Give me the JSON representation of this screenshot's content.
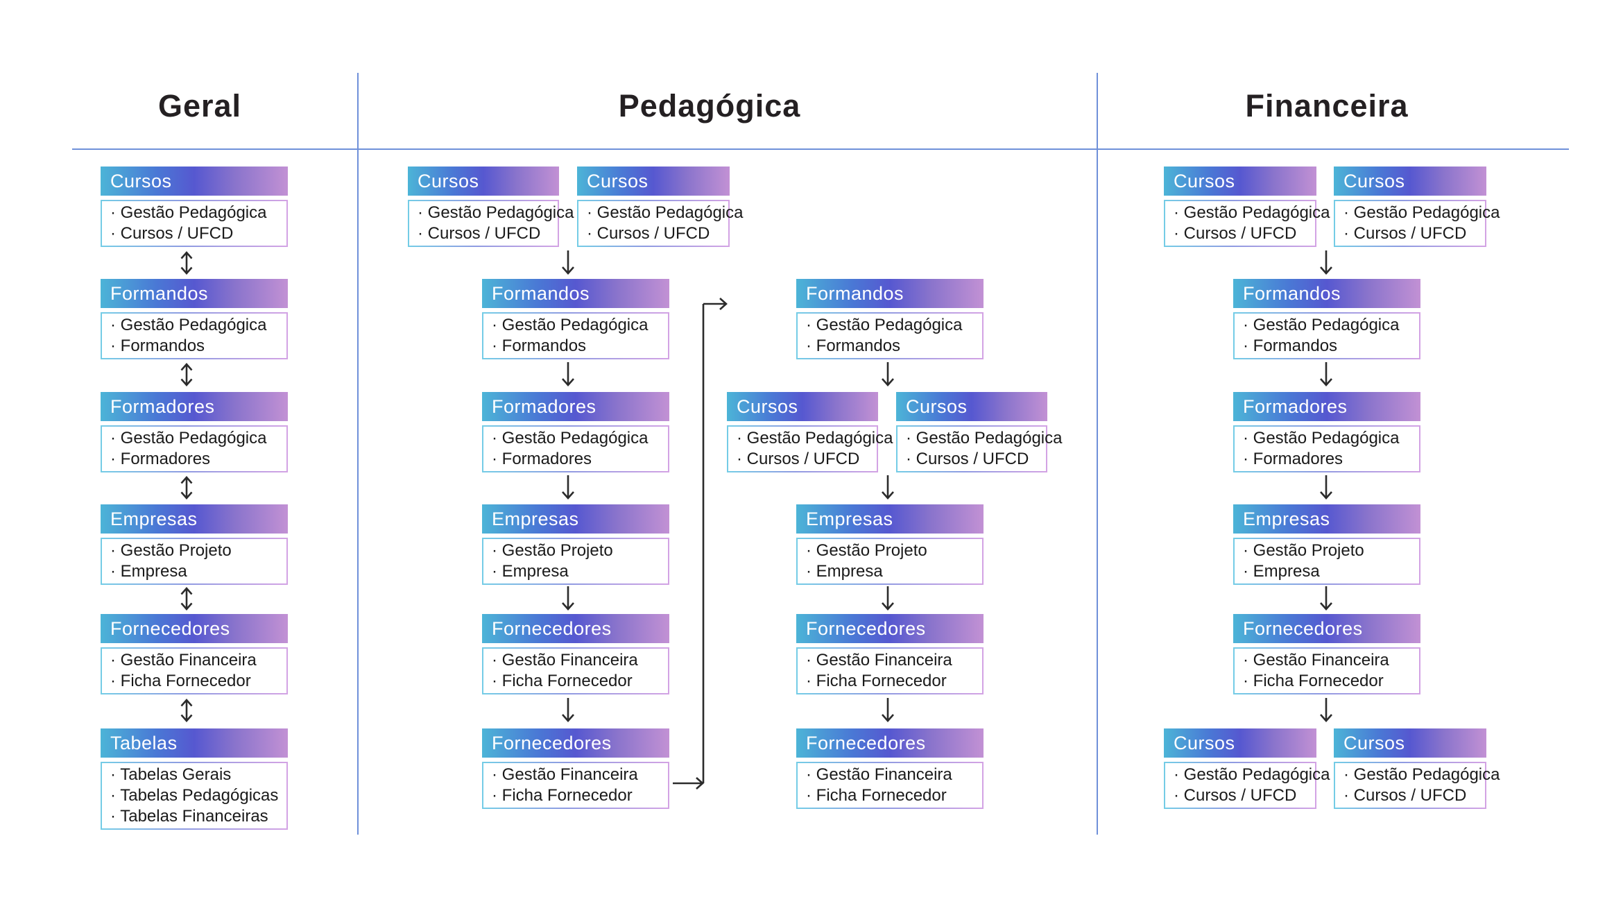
{
  "section_titles": {
    "geral": "Geral",
    "pedagogica": "Pedagógica",
    "financeira": "Financeira"
  },
  "defs": {
    "cursos": {
      "title": "Cursos",
      "items": [
        "· Gestão Pedagógica",
        "· Cursos / UFCD"
      ]
    },
    "formandos": {
      "title": "Formandos",
      "items": [
        "· Gestão Pedagógica",
        "· Formandos"
      ]
    },
    "formadores": {
      "title": "Formadores",
      "items": [
        "· Gestão Pedagógica",
        "· Formadores"
      ]
    },
    "empresas": {
      "title": "Empresas",
      "items": [
        "· Gestão Projeto",
        "· Empresa"
      ]
    },
    "fornecedores": {
      "title": "Fornecedores",
      "items": [
        "· Gestão Financeira",
        "· Ficha Fornecedor"
      ]
    },
    "tabelas": {
      "title": "Tabelas",
      "items": [
        "· Tabelas Gerais",
        "· Tabelas Pedagógicas",
        "· Tabelas Financeiras"
      ]
    }
  },
  "columns": {
    "geral": {
      "title": "Geral",
      "connector": "double-arrow",
      "flow": [
        "cursos",
        "formandos",
        "formadores",
        "empresas",
        "fornecedores",
        "tabelas"
      ]
    },
    "pedagogica": {
      "title": "Pedagógica",
      "connector": "down-arrow",
      "left_flow": [
        "cursos",
        "cursos",
        "formandos",
        "formadores",
        "empresas",
        "fornecedores",
        "fornecedores"
      ],
      "right_flow": [
        "formandos",
        "cursos",
        "cursos",
        "empresas",
        "fornecedores",
        "fornecedores"
      ],
      "loop": "bottom-left fornecedores connects up to right formandos"
    },
    "financeira": {
      "title": "Financeira",
      "connector": "down-arrow",
      "flow": [
        "cursos",
        "cursos",
        "formandos",
        "formadores",
        "empresas",
        "fornecedores",
        "cursos",
        "cursos"
      ]
    }
  },
  "colors": {
    "header_gradient": [
      "#4cb4d7",
      "#4a78d5",
      "#5658d0",
      "#8a74cc",
      "#c291d4"
    ],
    "body_border_gradient": [
      "#74cce6",
      "#8f9be2",
      "#d3a3e4"
    ],
    "divider": "#6f90d9",
    "arrow": "#2b2b2b",
    "title_text": "#242022",
    "header_text": "#ffffff",
    "body_text": "#1a1a1a",
    "background": "#ffffff"
  }
}
